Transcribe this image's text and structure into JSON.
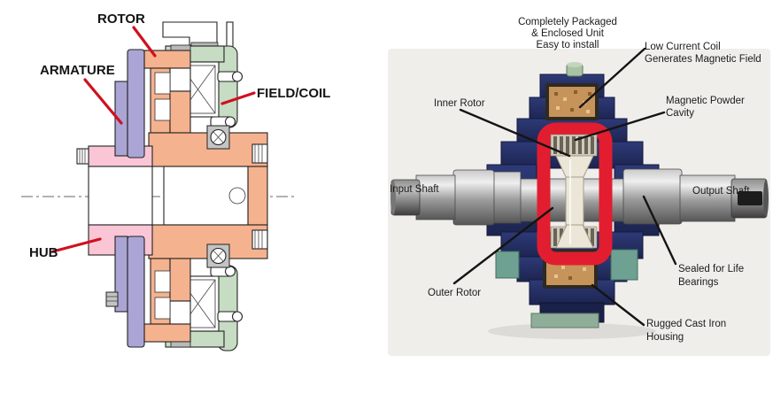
{
  "left_diagram": {
    "type": "electromagnetic-clutch-cross-section",
    "labels": {
      "rotor": "ROTOR",
      "armature": "ARMATURE",
      "field_coil": "FIELD/COIL",
      "hub": "HUB"
    },
    "palette": {
      "rotor_salmon": "#f5b28e",
      "hub_pink": "#fac6d6",
      "armature_lavender": "#aba5d5",
      "field_green": "#c6dcc3",
      "leader_red": "#cf1020"
    }
  },
  "right_diagram": {
    "type": "magnetic-powder-clutch-cutaway-photo",
    "caption": {
      "line1": "Completely Packaged",
      "line2": "& Enclosed Unit",
      "line3": "Easy to install"
    },
    "labels": {
      "coil_line1": "Low Current Coil",
      "coil_line2": "Generates Magnetic Field",
      "inner_rotor": "Inner Rotor",
      "powder_line1": "Magnetic Powder",
      "powder_line2": "Cavity",
      "input_shaft": "Input Shaft",
      "output_shaft": "Output Shaft",
      "outer_rotor": "Outer Rotor",
      "bearings_line1": "Sealed for Life",
      "bearings_line2": "Bearings",
      "housing_line1": "Rugged Cast Iron",
      "housing_line2": "Housing"
    },
    "palette": {
      "housing_navy": "#27306a",
      "rotor_red": "#e21d2f",
      "coil_copper": "#c6935a",
      "shaft_steel": "#9a9a9a",
      "pad_teal": "#6fa192",
      "leader_black": "#141414"
    }
  }
}
